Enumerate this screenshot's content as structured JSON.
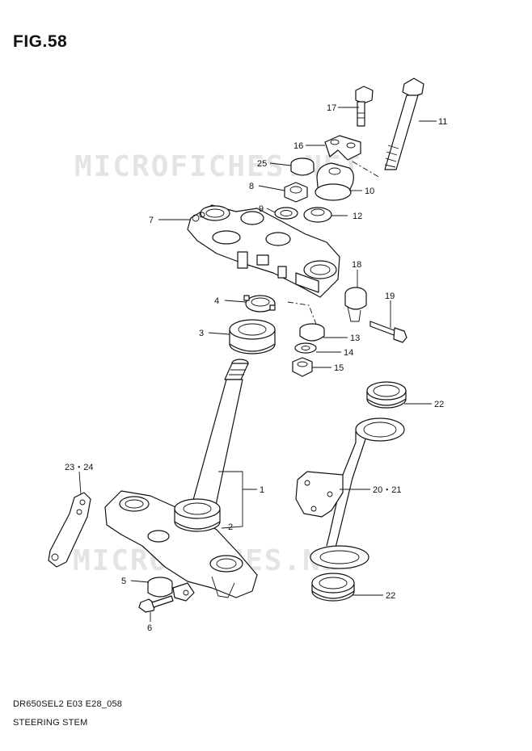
{
  "figure": {
    "title": "FIG.58",
    "watermark": "MICROFICHES.NET",
    "footer_code": "DR650SEL2 E03 E28_058",
    "footer_name": "STEERING STEM"
  },
  "callouts": [
    {
      "id": "c1",
      "label": "1"
    },
    {
      "id": "c2",
      "label": "2"
    },
    {
      "id": "c3",
      "label": "3"
    },
    {
      "id": "c4",
      "label": "4"
    },
    {
      "id": "c5",
      "label": "5"
    },
    {
      "id": "c6",
      "label": "6"
    },
    {
      "id": "c7",
      "label": "7"
    },
    {
      "id": "c8",
      "label": "8"
    },
    {
      "id": "c9",
      "label": "9"
    },
    {
      "id": "c10",
      "label": "10"
    },
    {
      "id": "c11",
      "label": "11"
    },
    {
      "id": "c12",
      "label": "12"
    },
    {
      "id": "c13",
      "label": "13"
    },
    {
      "id": "c14",
      "label": "14"
    },
    {
      "id": "c15",
      "label": "15"
    },
    {
      "id": "c16",
      "label": "16"
    },
    {
      "id": "c17",
      "label": "17"
    },
    {
      "id": "c18",
      "label": "18"
    },
    {
      "id": "c19",
      "label": "19"
    },
    {
      "id": "c20",
      "label": "20・21"
    },
    {
      "id": "c22a",
      "label": "22"
    },
    {
      "id": "c22b",
      "label": "22"
    },
    {
      "id": "c23",
      "label": "23・24"
    },
    {
      "id": "c25",
      "label": "25"
    }
  ],
  "colors": {
    "line": "#111111",
    "watermark": "#e4e4e4",
    "background": "#ffffff"
  }
}
